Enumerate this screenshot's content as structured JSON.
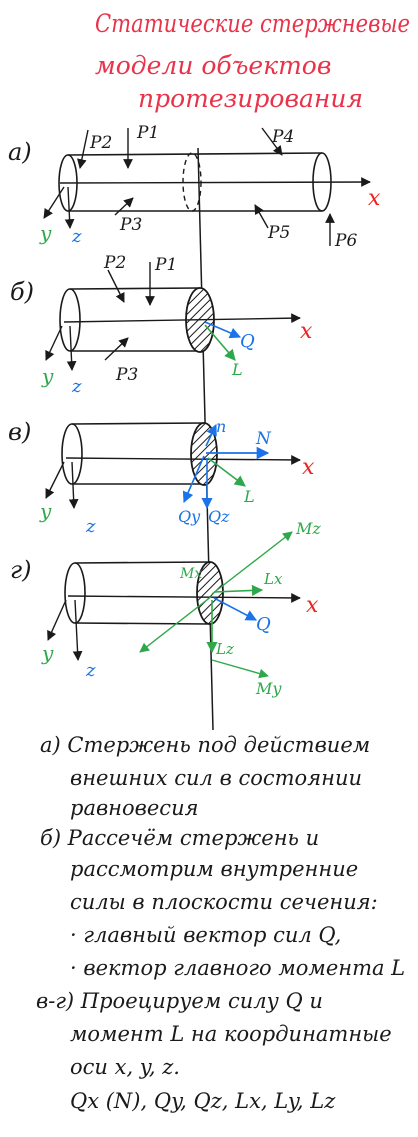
{
  "title": {
    "line1": "Статические стержневые",
    "line2": "модели объектов",
    "line3": "протезирования"
  },
  "colors": {
    "title": "#e8334a",
    "ink": "#1a1a1a",
    "x_axis_label": "#e22222",
    "y_axis_label": "#2ea84a",
    "z_axis_label": "#1a73e8",
    "normal_force": "#1a73e8",
    "moments": "#2ea84a"
  },
  "panels": {
    "a": {
      "label": "а)",
      "forces": [
        "P2",
        "P1",
        "P4",
        "P3",
        "P5",
        "P6"
      ],
      "axes": {
        "x": "x",
        "y": "y",
        "z": "z"
      }
    },
    "b": {
      "label": "б)",
      "forces": [
        "P2",
        "P1",
        "P3"
      ],
      "vectors": {
        "Q": "Q",
        "L": "L"
      },
      "axes": {
        "x": "x",
        "y": "y",
        "z": "z"
      }
    },
    "v": {
      "label": "в)",
      "vectors": {
        "n": "n",
        "N": "N",
        "Qy": "Qy",
        "Qz": "Qz",
        "L": "L"
      },
      "axes": {
        "x": "x",
        "y": "y",
        "z": "z"
      }
    },
    "g": {
      "label": "г)",
      "vectors": {
        "Mx": "Mx",
        "Mz": "Mz",
        "Lx": "Lx",
        "Q": "Q",
        "Lz": "Lz",
        "My": "My"
      },
      "axes": {
        "x": "x",
        "y": "y",
        "z": "z"
      }
    }
  },
  "notes": {
    "a_line1": "а) Стержень под действием",
    "a_line2": "внешних сил в состоянии",
    "a_line3": "равновесия",
    "b_line1": "б) Рассечём стержень и",
    "b_line2": "рассмотрим внутренние",
    "b_line3": "силы в плоскости сечения:",
    "b_line4": "· главный вектор сил Q,",
    "b_line5": "· вектор главного момента L",
    "vg_line1": "в-г) Проецируем силу Q и",
    "vg_line2": "момент L на координатные",
    "vg_line3": "оси x, y, z.",
    "vg_line4": "Qx (N), Qy, Qz, Lx, Ly, Lz"
  }
}
